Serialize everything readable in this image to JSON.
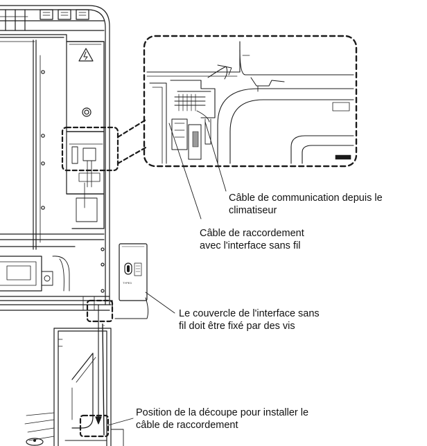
{
  "callouts": {
    "communication_cable": {
      "line1": "Câble de communication depuis le",
      "line2": "climatiseur"
    },
    "connection_cable": {
      "line1": "Câble de raccordement",
      "line2": "avec l'interface sans fil"
    },
    "cover_screws": {
      "line1": "Le couvercle de l'interface sans",
      "line2": "fil doit être fixé par des vis"
    },
    "cutout_position": {
      "line1": "Position de la découpe pour installer le",
      "line2": "câble de raccordement"
    }
  },
  "device": {
    "label": "TYPE3"
  },
  "colors": {
    "line": "#1a1a1a",
    "shade": "#9a9a9a"
  }
}
